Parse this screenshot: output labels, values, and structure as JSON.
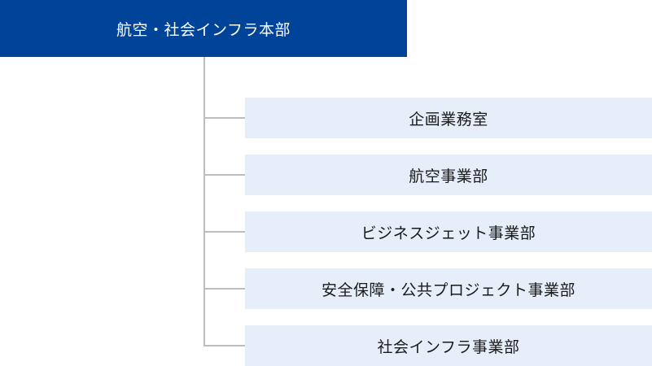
{
  "diagram": {
    "root": {
      "label": "航空・社会インフラ本部"
    },
    "children": [
      {
        "label": "企画業務室"
      },
      {
        "label": "航空事業部"
      },
      {
        "label": "ビジネスジェット事業部"
      },
      {
        "label": "安全保障・公共プロジェクト事業部"
      },
      {
        "label": "社会インフラ事業部"
      }
    ]
  },
  "colors": {
    "root_background": "#00449a",
    "root_text": "#ffffff",
    "child_background": "#e5eef9",
    "child_text": "#1a1a1a",
    "connector": "#bdbdbd"
  }
}
